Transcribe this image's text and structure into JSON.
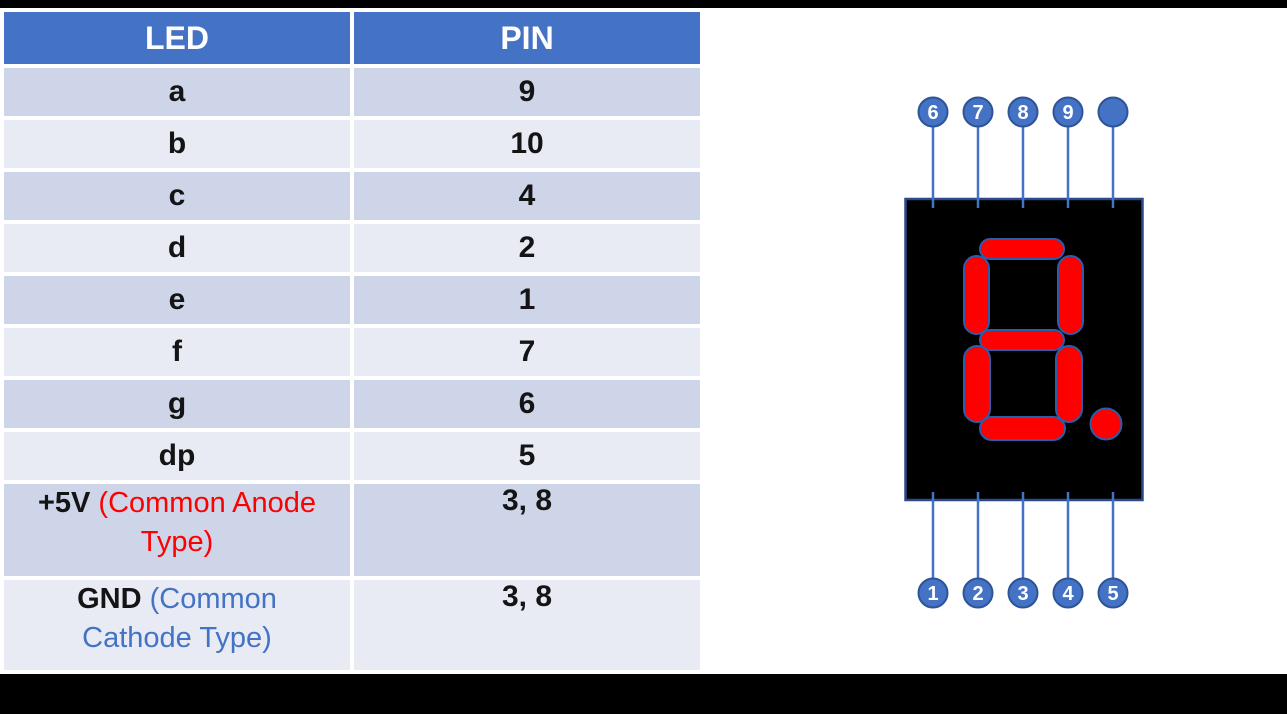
{
  "slide": {
    "background": "#FFFFFF",
    "letterbox_color": "#000000",
    "description_visible_text_only": true
  },
  "colors": {
    "header_blue": "#4472C4",
    "row_dark": "#CFD5E8",
    "row_light": "#E9EBF4",
    "text_dark": "#141414",
    "anode_note_red": "#FF0000",
    "cathode_note_blue": "#4472C4",
    "pin_circle_fill": "#4472C4",
    "pin_circle_border": "#2F5496",
    "lead_line_blue": "#4472C4",
    "display_body_fill": "#000000",
    "display_body_border": "#2A4A8C",
    "segment_red": "#FF0000",
    "segment_outline_blue": "#2A5DAA"
  },
  "pin_table": {
    "headers": [
      "LED",
      "PIN"
    ],
    "rows": [
      {
        "led": "a",
        "pin": "9"
      },
      {
        "led": "b",
        "pin": "10"
      },
      {
        "led": "c",
        "pin": "4"
      },
      {
        "led": "d",
        "pin": "2"
      },
      {
        "led": "e",
        "pin": "1"
      },
      {
        "led": "f",
        "pin": "7"
      },
      {
        "led": "g",
        "pin": "6"
      },
      {
        "led": "dp",
        "pin": "5"
      },
      {
        "led_main": "+5V",
        "led_note_line1": "(Common Anode",
        "led_note_line2": "Type)",
        "led_note_full": "(Common Anode Type)",
        "pin": "3, 8"
      },
      {
        "led_main": "GND",
        "led_note_line1": "(Common",
        "led_note_line2": "Cathode Type)",
        "led_note_full": "(Common Cathode Type)",
        "pin": "3, 8"
      }
    ]
  },
  "diagram": {
    "top_pins": [
      "6",
      "7",
      "8",
      "9",
      ""
    ],
    "bottom_pins": [
      "1",
      "2",
      "3",
      "4",
      "5"
    ],
    "lit_segments": [
      "a",
      "b",
      "c",
      "d",
      "e",
      "f",
      "g",
      "dp"
    ],
    "displayed_character": "8."
  }
}
